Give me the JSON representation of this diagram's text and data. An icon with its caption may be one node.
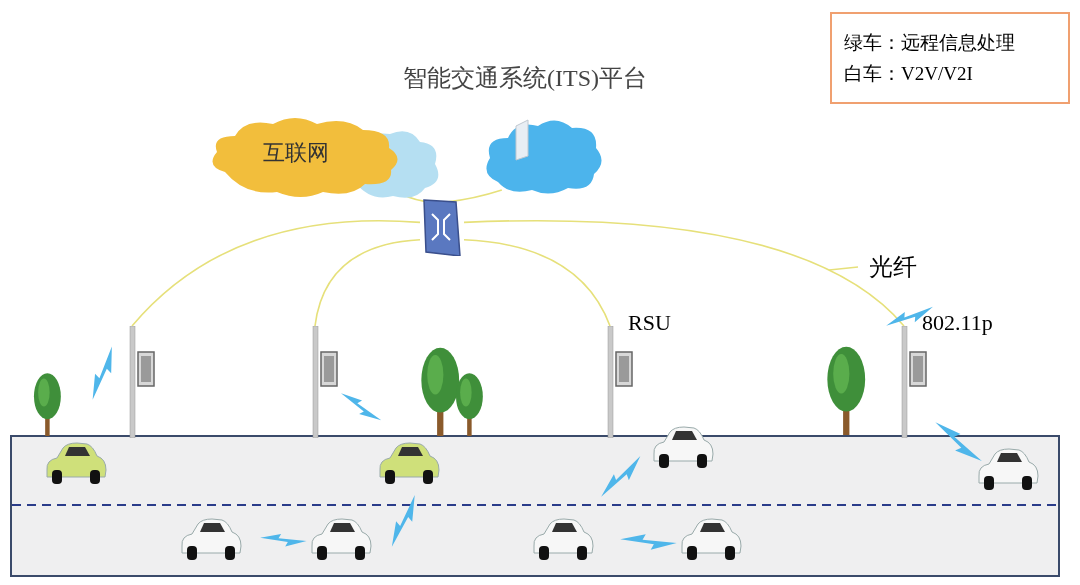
{
  "diagram": {
    "nodes": [
      {
        "text": [
          "绿车：远程信息处理",
          "白车：V2V/V2I"
        ]
      },
      {
        "text": [
          "智能交通系统(ITS)平台"
        ]
      },
      {
        "text": [
          "互联网"
        ]
      },
      {
        "text": [],
        "shape": "picture"
      },
      {
        "text": [],
        "shape": "picture"
      },
      {
        "text": [],
        "shape": "picture"
      },
      {
        "text": [],
        "shape": "picture",
        "beside": [
          "RSU"
        ]
      },
      {
        "text": [],
        "shape": "picture",
        "beside": [
          "802.11p"
        ]
      },
      {
        "text": [
          "光纤"
        ]
      }
    ],
    "edges": [
      {
        "from": 3,
        "to": 2,
        "arrow": "none"
      },
      {
        "from": 3,
        "to": 1,
        "arrow": "none"
      },
      {
        "from": 3,
        "to": 4,
        "arrow": "none"
      },
      {
        "from": 3,
        "to": 5,
        "arrow": "none"
      },
      {
        "from": 3,
        "to": 6,
        "arrow": "none"
      },
      {
        "from": 3,
        "to": 7,
        "arrow": "none"
      },
      {
        "from": 8,
        "to": null,
        "arrow": "none"
      }
    ]
  }
}
